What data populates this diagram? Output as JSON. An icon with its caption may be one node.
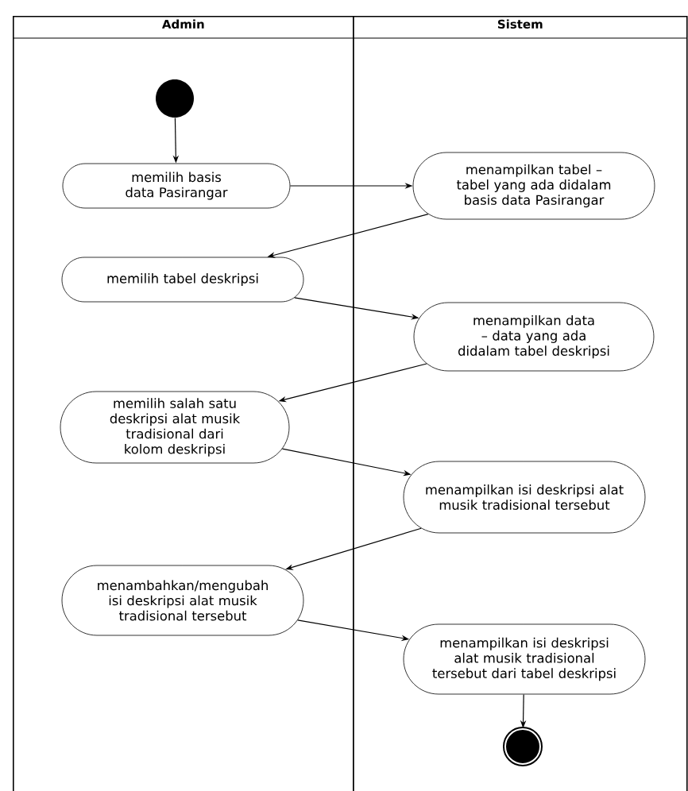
{
  "diagram": {
    "nodes": [
      {
        "text": [
          "Admin"
        ]
      },
      {
        "text": [
          "Sistem"
        ]
      },
      {
        "text": [],
        "shape": "circle",
        "in": 0
      },
      {
        "text": [
          "memilih basis data Pasirangar"
        ],
        "in": 0
      },
      {
        "text": [
          "menampilkan tabel – tabel yang ada didalam basis data Pasirangar"
        ],
        "in": 1
      },
      {
        "text": [
          "memilih tabel deskripsi"
        ],
        "in": 0
      },
      {
        "text": [
          "menampilkan data – data yang ada didalam tabel deskripsi"
        ],
        "in": 1
      },
      {
        "text": [
          "memilih salah satu deskripsi alat musik tradisional dari kolom deskripsi"
        ],
        "in": 0
      },
      {
        "text": [
          "menampilkan isi deskripsi alat musik tradisional tersebut"
        ],
        "in": 1
      },
      {
        "text": [
          "menambahkan/mengubah isi deskripsi alat musik tradisional tersebut"
        ],
        "in": 0
      },
      {
        "text": [
          "menampilkan isi deskripsi alat musik tradisional tersebut dari tabel deskripsi"
        ],
        "in": 1
      },
      {
        "text": [],
        "shape": "bullseye",
        "in": 1
      }
    ],
    "edges": [
      {
        "from": 2,
        "to": 3,
        "arrow": "to"
      },
      {
        "from": 3,
        "to": 4,
        "arrow": "to"
      },
      {
        "from": 4,
        "to": 5,
        "arrow": "to"
      },
      {
        "from": 5,
        "to": 6,
        "arrow": "to"
      },
      {
        "from": 6,
        "to": 7,
        "arrow": "to"
      },
      {
        "from": 7,
        "to": 8,
        "arrow": "to"
      },
      {
        "from": 8,
        "to": 9,
        "arrow": "to"
      },
      {
        "from": 9,
        "to": 10,
        "arrow": "to"
      },
      {
        "from": 10,
        "to": 11,
        "arrow": "to"
      }
    ]
  }
}
